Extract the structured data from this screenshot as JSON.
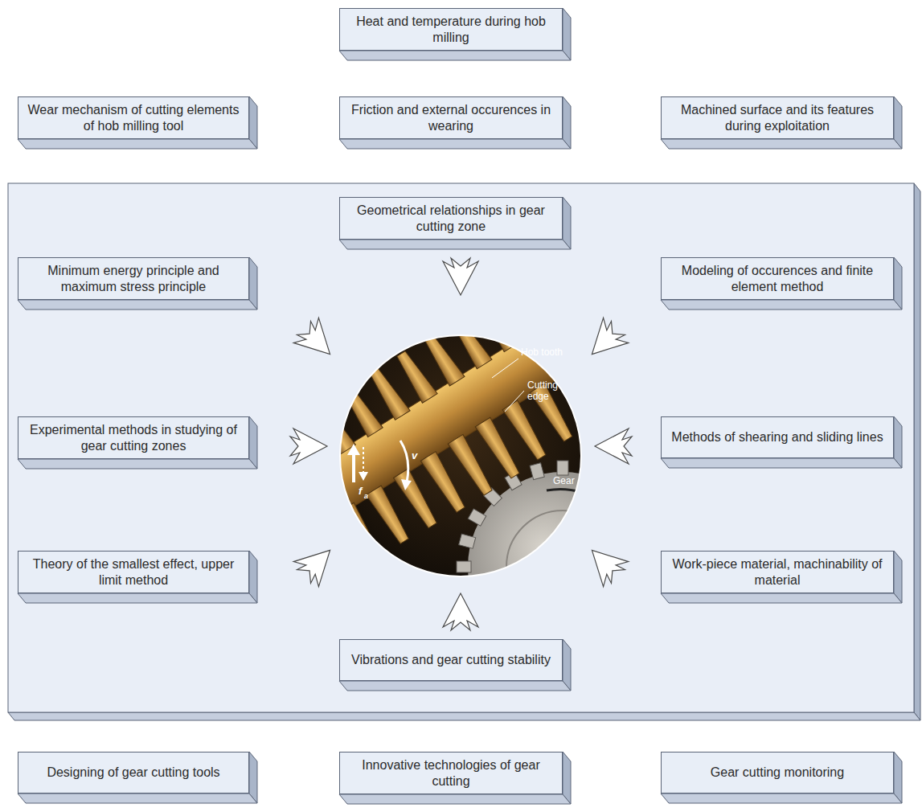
{
  "diagram": {
    "nodes": [
      {
        "text": [
          "Heat and temperature during hob milling"
        ]
      },
      {
        "text": [
          "Wear mechanism of cutting elements of hob milling tool"
        ]
      },
      {
        "text": [
          "Friction and external occurences in wearing"
        ]
      },
      {
        "text": [
          "Machined surface and its features during exploitation"
        ]
      },
      {
        "text": [
          "Geometrical relationships in gear cutting zone"
        ]
      },
      {
        "text": [
          "Minimum energy principle and maximum stress principle"
        ]
      },
      {
        "text": [
          "Modeling of occurences and finite element method"
        ]
      },
      {
        "text": [
          "Experimental methods in studying of gear cutting zones"
        ]
      },
      {
        "text": [
          "Methods of shearing and sliding lines"
        ]
      },
      {
        "text": [
          "Theory of the smallest effect, upper limit method"
        ]
      },
      {
        "text": [
          "Work-piece material, machinability of material"
        ]
      },
      {
        "text": [
          "Vibrations and gear cutting stability"
        ]
      },
      {
        "text": [
          "Designing of gear cutting tools"
        ]
      },
      {
        "text": [
          "Innovative technologies of gear cutting"
        ]
      },
      {
        "text": [
          "Gear cutting monitoring"
        ]
      }
    ],
    "labels": [
      "Hob tooth",
      "Cutting edge",
      "Gear",
      "v",
      "f",
      "a"
    ]
  }
}
